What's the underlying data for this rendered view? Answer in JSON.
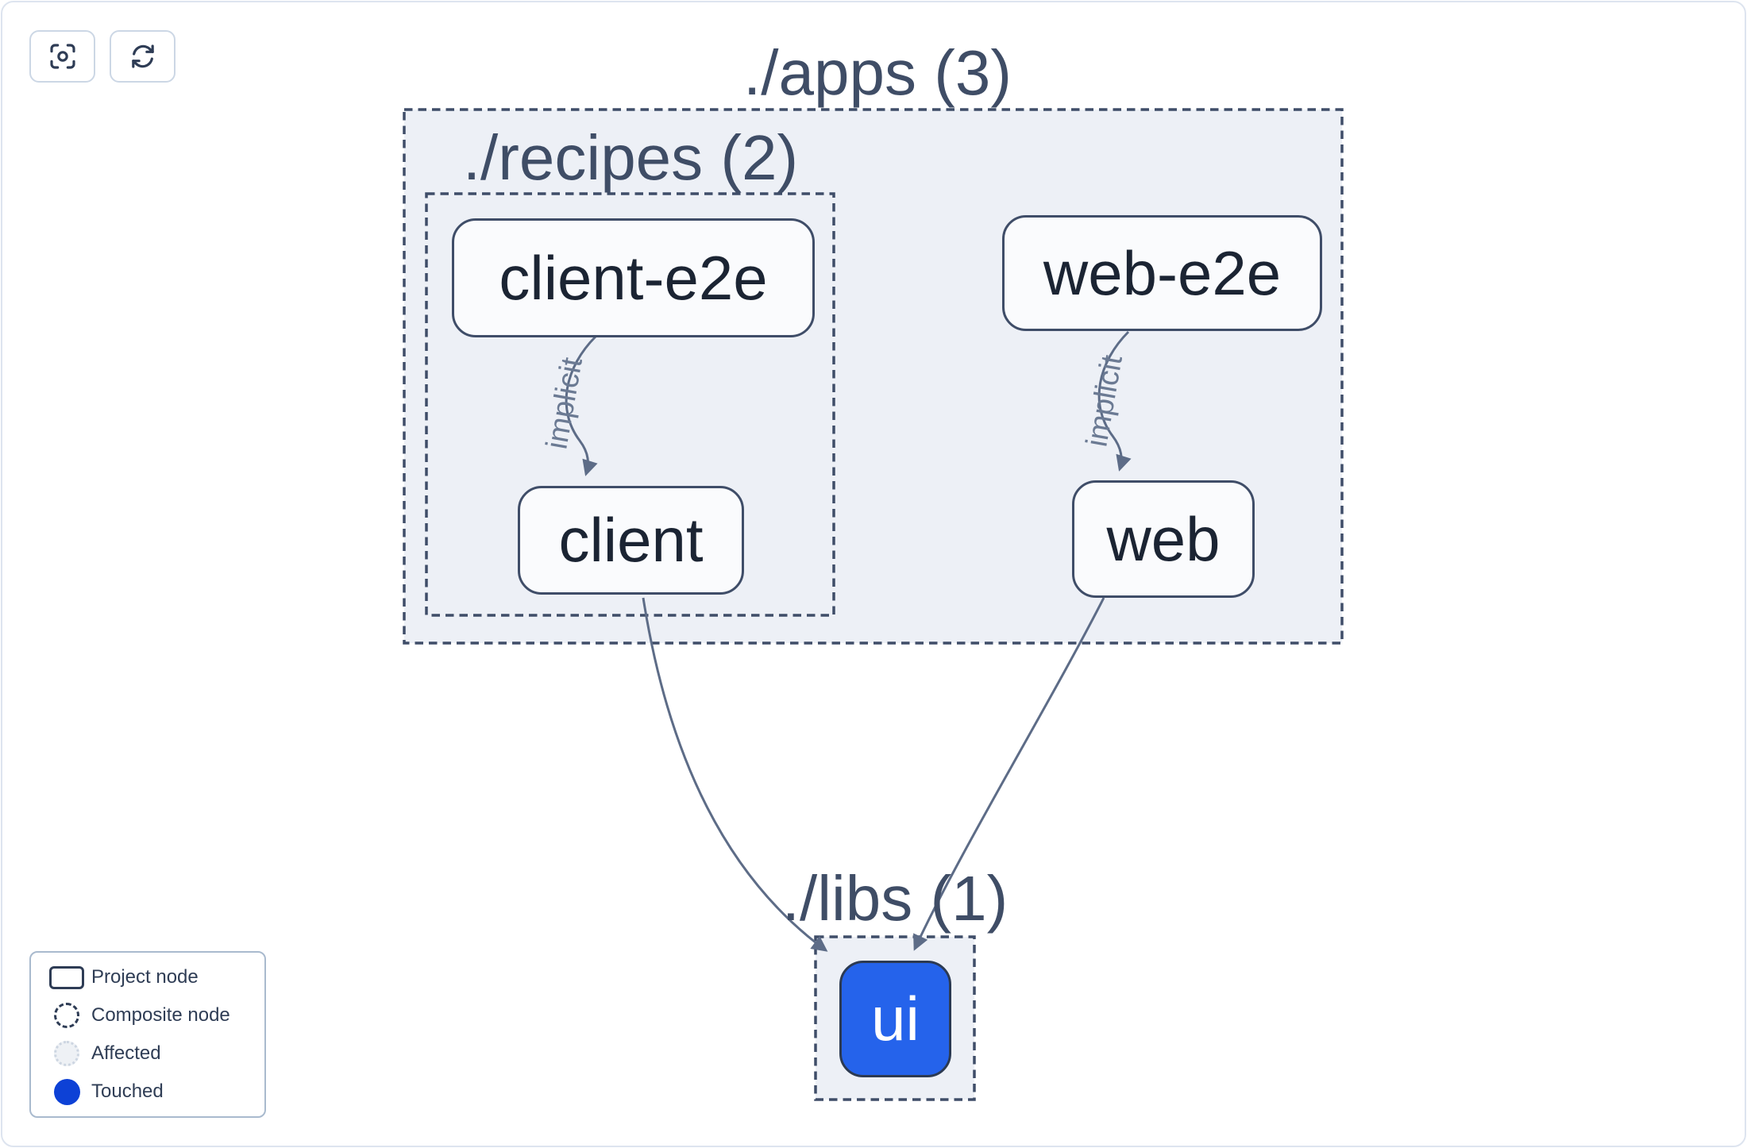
{
  "toolbar": {
    "buttons": [
      {
        "id": "center-graph",
        "icon": "focus-icon"
      },
      {
        "id": "refresh-graph",
        "icon": "refresh-icon"
      }
    ]
  },
  "groups": [
    {
      "id": "apps",
      "label": "./apps (3)",
      "type": "composite"
    },
    {
      "id": "recipes",
      "label": "./recipes (2)",
      "type": "composite"
    },
    {
      "id": "libs",
      "label": "./libs (1)",
      "type": "composite"
    }
  ],
  "nodes": [
    {
      "id": "client-e2e",
      "label": "client-e2e",
      "status": "project"
    },
    {
      "id": "web-e2e",
      "label": "web-e2e",
      "status": "project"
    },
    {
      "id": "client",
      "label": "client",
      "status": "project"
    },
    {
      "id": "web",
      "label": "web",
      "status": "project"
    },
    {
      "id": "ui",
      "label": "ui",
      "status": "touched"
    }
  ],
  "edges": [
    {
      "from": "client-e2e",
      "to": "client",
      "label": "implicit"
    },
    {
      "from": "web-e2e",
      "to": "web",
      "label": "implicit"
    },
    {
      "from": "client",
      "to": "ui",
      "label": ""
    },
    {
      "from": "web",
      "to": "ui",
      "label": ""
    }
  ],
  "legend": {
    "items": [
      {
        "label": "Project node",
        "swatch": "project-node"
      },
      {
        "label": "Composite node",
        "swatch": "composite-node"
      },
      {
        "label": "Affected",
        "swatch": "affected"
      },
      {
        "label": "Touched",
        "swatch": "touched"
      }
    ]
  },
  "colors": {
    "touched_node_fill": "#2563eb",
    "touched_legend_dot": "#0d41d6",
    "container_fill": "#edf0f6",
    "dashed_border": "#3f4d68",
    "node_border": "#3f4d68",
    "node_fill": "#fafbfd",
    "node_text": "#1b2433",
    "edge": "#5d6c87",
    "edge_label": "#6b7a93",
    "group_label_text": "#3f4d66",
    "card_border": "#dde4ef"
  }
}
